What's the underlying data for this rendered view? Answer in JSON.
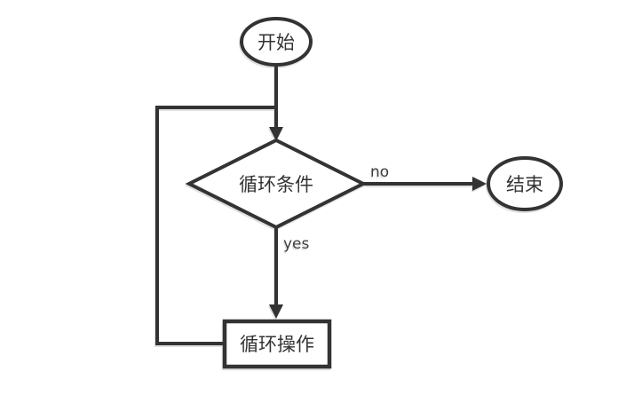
{
  "diagram": {
    "type": "flowchart",
    "colors": {
      "background": "#ffffff",
      "stroke": "#333333",
      "node_fill": "#ffffff",
      "text": "#333333"
    },
    "nodes": [
      {
        "id": "start",
        "shape": "ellipse",
        "label": "开始"
      },
      {
        "id": "loop-condition",
        "shape": "diamond",
        "label": "循环条件"
      },
      {
        "id": "end",
        "shape": "ellipse",
        "label": "结束"
      },
      {
        "id": "loop-operation",
        "shape": "rectangle",
        "label": "循环操作"
      }
    ],
    "edges": [
      {
        "from": "start",
        "to": "loop-condition",
        "label": ""
      },
      {
        "from": "loop-condition",
        "to": "end",
        "label": "no"
      },
      {
        "from": "loop-condition",
        "to": "loop-operation",
        "label": "yes"
      },
      {
        "from": "loop-operation",
        "to": "loop-condition",
        "label": ""
      }
    ]
  }
}
